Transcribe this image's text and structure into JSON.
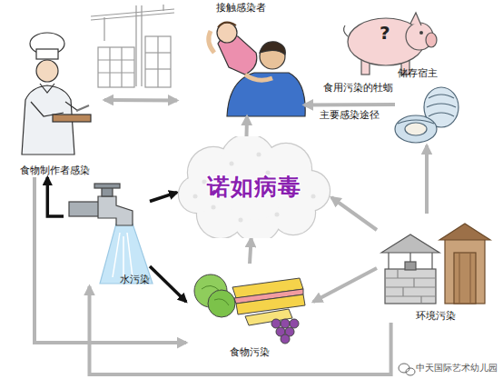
{
  "diagram": {
    "nodes": [
      {
        "text": [
          "接触感染者"
        ]
      },
      {
        "text": [
          "储存宿主"
        ]
      },
      {
        "text": [
          "食用污染的牡蛎"
        ]
      },
      {
        "text": [
          "食物制作者感染"
        ]
      },
      {
        "text": [
          "诺如病毒"
        ]
      },
      {
        "text": [
          "水污染"
        ]
      },
      {
        "text": [
          "食物污染"
        ]
      },
      {
        "text": [
          "环境污染"
        ]
      }
    ],
    "edges": [
      {
        "from": 3,
        "to": 0,
        "arrow": "both"
      },
      {
        "from": 2,
        "to": 0,
        "label": "主要感染途径",
        "arrow": "to"
      },
      {
        "from": 7,
        "to": 2,
        "arrow": "to"
      },
      {
        "from": 5,
        "to": 3,
        "arrow": "to"
      },
      {
        "from": 5,
        "to": 4,
        "arrow": "to"
      },
      {
        "from": 5,
        "to": 6,
        "arrow": "to"
      },
      {
        "from": 6,
        "to": 4,
        "arrow": "to"
      },
      {
        "from": 4,
        "to": 0,
        "arrow": "to"
      },
      {
        "from": 7,
        "to": 4,
        "arrow": "to"
      },
      {
        "from": 7,
        "to": 6,
        "arrow": "to"
      },
      {
        "from": 3,
        "to": 6,
        "arrow": "to"
      },
      {
        "from": 7,
        "to": 5,
        "arrow": "to"
      }
    ],
    "labels": [
      "?",
      "中天国际艺术幼儿园"
    ]
  }
}
